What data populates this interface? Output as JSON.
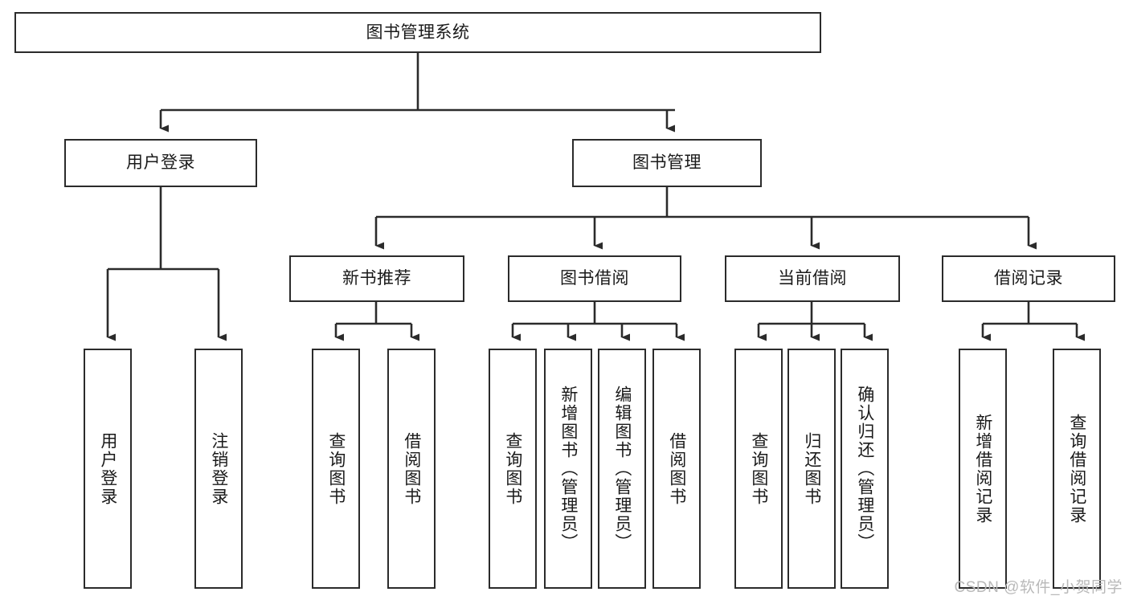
{
  "diagram": {
    "title": "图书管理系统",
    "type": "functional-decomposition-tree",
    "style": {
      "border_color": "#2b2b2b",
      "background": "#ffffff",
      "text_color": "#1a1a1a",
      "watermark_color": "#b9b9b9"
    },
    "root": {
      "id": "root",
      "label": "图书管理系统"
    },
    "level1": [
      {
        "id": "user-login",
        "label": "用户登录"
      },
      {
        "id": "book-manage",
        "label": "图书管理"
      }
    ],
    "level2": [
      {
        "id": "new-book-recommend",
        "label": "新书推荐",
        "parent": "book-manage"
      },
      {
        "id": "book-borrow",
        "label": "图书借阅",
        "parent": "book-manage"
      },
      {
        "id": "current-borrow",
        "label": "当前借阅",
        "parent": "book-manage"
      },
      {
        "id": "borrow-record",
        "label": "借阅记录",
        "parent": "book-manage"
      }
    ],
    "leaves": [
      {
        "id": "leaf-user-login",
        "label": "用户登录",
        "parent": "user-login"
      },
      {
        "id": "leaf-user-logout",
        "label": "注销登录",
        "parent": "user-login"
      },
      {
        "id": "leaf-query-book-1",
        "label": "查询图书",
        "parent": "new-book-recommend"
      },
      {
        "id": "leaf-borrow-book-1",
        "label": "借阅图书",
        "parent": "new-book-recommend"
      },
      {
        "id": "leaf-query-book-2",
        "label": "查询图书",
        "parent": "book-borrow"
      },
      {
        "id": "leaf-add-book",
        "label": "新增图书（管理员）",
        "parent": "book-borrow"
      },
      {
        "id": "leaf-edit-book",
        "label": "编辑图书（管理员）",
        "parent": "book-borrow"
      },
      {
        "id": "leaf-borrow-book-2",
        "label": "借阅图书",
        "parent": "book-borrow"
      },
      {
        "id": "leaf-query-book-3",
        "label": "查询图书",
        "parent": "current-borrow"
      },
      {
        "id": "leaf-return-book",
        "label": "归还图书",
        "parent": "current-borrow"
      },
      {
        "id": "leaf-confirm-return",
        "label": "确认归还（管理员）",
        "parent": "current-borrow"
      },
      {
        "id": "leaf-add-record",
        "label": "新增借阅记录",
        "parent": "borrow-record"
      },
      {
        "id": "leaf-query-record",
        "label": "查询借阅记录",
        "parent": "borrow-record"
      }
    ],
    "watermark": "CSDN @软件_小贺同学"
  }
}
